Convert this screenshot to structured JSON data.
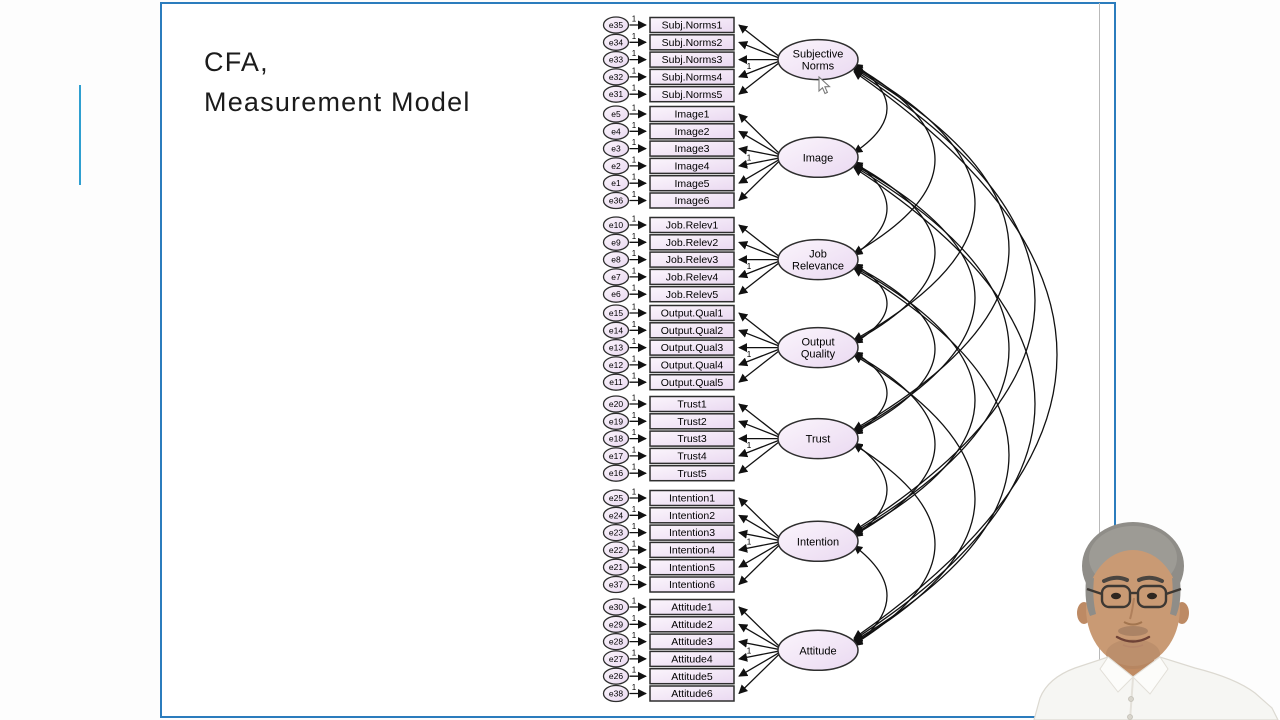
{
  "slide": {
    "title_line1": "CFA,",
    "title_line2": "Measurement Model"
  },
  "diagram": {
    "fixed_loading_label": "1",
    "error_path_label": "1",
    "groups": [
      {
        "latent": "Subjective Norms",
        "latent_lines": [
          "Subjective",
          "Norms"
        ],
        "indicators": [
          {
            "error": "e35",
            "label": "Subj.Norms1"
          },
          {
            "error": "e34",
            "label": "Subj.Norms2"
          },
          {
            "error": "e33",
            "label": "Subj.Norms3"
          },
          {
            "error": "e32",
            "label": "Subj.Norms4"
          },
          {
            "error": "e31",
            "label": "Subj.Norms5"
          }
        ]
      },
      {
        "latent": "Image",
        "latent_lines": [
          "Image"
        ],
        "indicators": [
          {
            "error": "e5",
            "label": "Image1"
          },
          {
            "error": "e4",
            "label": "Image2"
          },
          {
            "error": "e3",
            "label": "Image3"
          },
          {
            "error": "e2",
            "label": "Image4"
          },
          {
            "error": "e1",
            "label": "Image5"
          },
          {
            "error": "e36",
            "label": "Image6"
          }
        ]
      },
      {
        "latent": "Job Relevance",
        "latent_lines": [
          "Job",
          "Relevance"
        ],
        "indicators": [
          {
            "error": "e10",
            "label": "Job.Relev1"
          },
          {
            "error": "e9",
            "label": "Job.Relev2"
          },
          {
            "error": "e8",
            "label": "Job.Relev3"
          },
          {
            "error": "e7",
            "label": "Job.Relev4"
          },
          {
            "error": "e6",
            "label": "Job.Relev5"
          }
        ]
      },
      {
        "latent": "Output Quality",
        "latent_lines": [
          "Output",
          "Quality"
        ],
        "indicators": [
          {
            "error": "e15",
            "label": "Output.Qual1"
          },
          {
            "error": "e14",
            "label": "Output.Qual2"
          },
          {
            "error": "e13",
            "label": "Output.Qual3"
          },
          {
            "error": "e12",
            "label": "Output.Qual4"
          },
          {
            "error": "e11",
            "label": "Output.Qual5"
          }
        ]
      },
      {
        "latent": "Trust",
        "latent_lines": [
          "Trust"
        ],
        "indicators": [
          {
            "error": "e20",
            "label": "Trust1"
          },
          {
            "error": "e19",
            "label": "Trust2"
          },
          {
            "error": "e18",
            "label": "Trust3"
          },
          {
            "error": "e17",
            "label": "Trust4"
          },
          {
            "error": "e16",
            "label": "Trust5"
          }
        ]
      },
      {
        "latent": "Intention",
        "latent_lines": [
          "Intention"
        ],
        "indicators": [
          {
            "error": "e25",
            "label": "Intention1"
          },
          {
            "error": "e24",
            "label": "Intention2"
          },
          {
            "error": "e23",
            "label": "Intention3"
          },
          {
            "error": "e22",
            "label": "Intention4"
          },
          {
            "error": "e21",
            "label": "Intention5"
          },
          {
            "error": "e37",
            "label": "Intention6"
          }
        ]
      },
      {
        "latent": "Attitude",
        "latent_lines": [
          "Attitude"
        ],
        "indicators": [
          {
            "error": "e30",
            "label": "Attitude1"
          },
          {
            "error": "e29",
            "label": "Attitude2"
          },
          {
            "error": "e28",
            "label": "Attitude3"
          },
          {
            "error": "e27",
            "label": "Attitude4"
          },
          {
            "error": "e26",
            "label": "Attitude5"
          },
          {
            "error": "e38",
            "label": "Attitude6"
          }
        ]
      }
    ]
  },
  "colors": {
    "slide_border": "#2b7cbd",
    "accent_line": "#2f9fd0",
    "shape_fill_light": "#fbf5fc",
    "shape_fill_dark": "#ead9f1",
    "shape_stroke": "#2e2e2e",
    "arrow": "#111111"
  }
}
